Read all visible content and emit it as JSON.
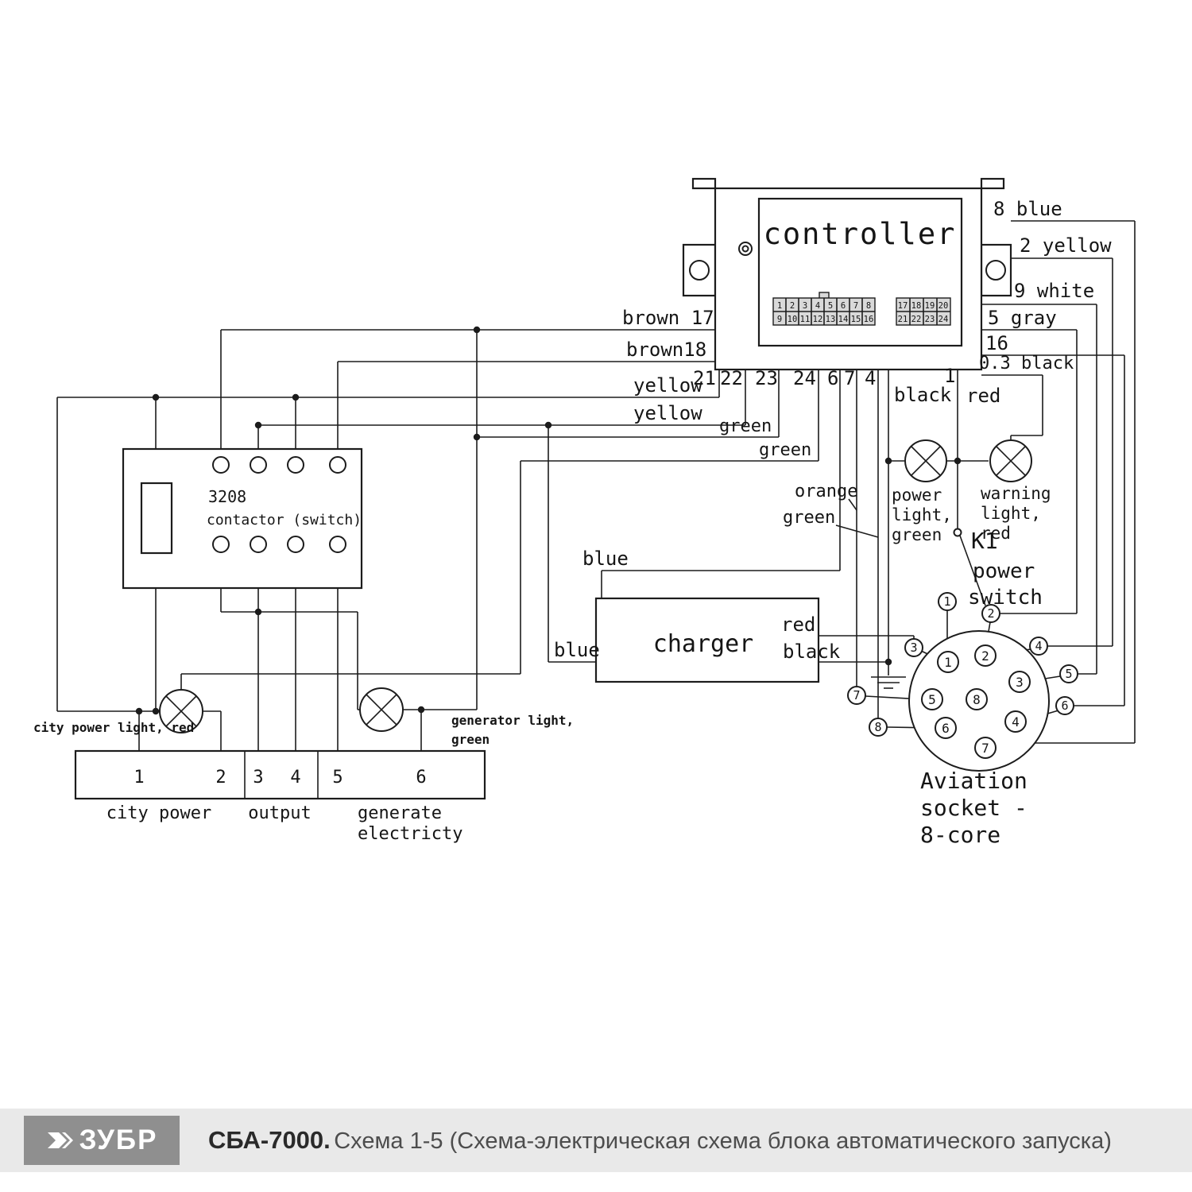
{
  "controller": {
    "title": "controller",
    "left_block": {
      "row1": [
        "1",
        "2",
        "3",
        "4",
        "5",
        "6",
        "7",
        "8"
      ],
      "row2": [
        "9",
        "10",
        "11",
        "12",
        "13",
        "14",
        "15",
        "16"
      ]
    },
    "right_block": {
      "row1": [
        "17",
        "18",
        "19",
        "20"
      ],
      "row2": [
        "21",
        "22",
        "23",
        "24"
      ]
    }
  },
  "wires": {
    "blue8": "8 blue",
    "yellow2": "2 yellow",
    "white9": "9 white",
    "gray5": "5 gray",
    "n16": "16",
    "black03": "0.3 black",
    "brown17": "brown 17",
    "brown18": "brown18",
    "yellow_a": "yellow",
    "yellow_b": "yellow",
    "green_a": "green",
    "green_b": "green",
    "green_c": "green",
    "orange": "orange",
    "blue_a": "blue",
    "blue_b": "blue",
    "black": "black",
    "red": "red",
    "n1": "1",
    "t21": "21",
    "t22": "22",
    "t23": "23",
    "t24": "24",
    "t6": "6",
    "t7": "7",
    "t4": "4",
    "charger_red": "red",
    "charger_black": "black"
  },
  "contactor": {
    "model": "3208",
    "label": "contactor (switch)"
  },
  "charger": {
    "title": "charger"
  },
  "lamps": {
    "city": "city power light, red",
    "generator": [
      "generator light,",
      "green"
    ],
    "power": [
      "power",
      "light,",
      "green"
    ],
    "warning": [
      "warning",
      "light,",
      "red"
    ]
  },
  "power_switch": {
    "k1": "K1",
    "word1": "power",
    "word2": "switch",
    "contact1": "1",
    "contact2": "2"
  },
  "terminal_strip": {
    "numbers": [
      "1",
      "2",
      "3",
      "4",
      "5",
      "6"
    ],
    "group1": "city power",
    "group2": "output",
    "group3a": "generate",
    "group3b": "electricty"
  },
  "socket": {
    "pins": [
      "1",
      "2",
      "3",
      "5",
      "8",
      "4",
      "6",
      "7"
    ],
    "ext": [
      "3",
      "4",
      "5",
      "6",
      "7",
      "8"
    ],
    "caption": [
      "Aviation",
      "socket -",
      "8-core"
    ]
  },
  "footer": {
    "brand": "ЗУБР",
    "model": "СБА-7000.",
    "caption": "Схема 1-5 (Схема-электрическая схема блока автоматического запуска)"
  }
}
